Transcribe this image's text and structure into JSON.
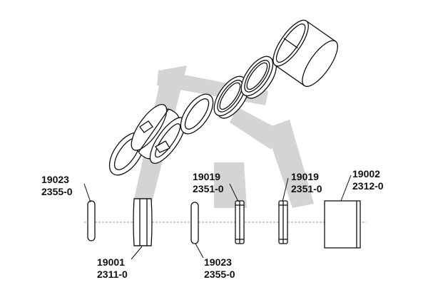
{
  "watermark": {
    "kind": "logo",
    "color": "#cfcfcf"
  },
  "colors": {
    "line": "#111111",
    "fill": "#ffffff",
    "watermark": "#d0d0d0",
    "centerline": "#9a9a9a"
  },
  "callouts": [
    {
      "part": "19023",
      "code": "2355-0"
    },
    {
      "part": "19001",
      "code": "2311-0"
    },
    {
      "part": "19023",
      "code": "2355-0"
    },
    {
      "part": "19019",
      "code": "2351-0"
    },
    {
      "part": "19019",
      "code": "2351-0"
    },
    {
      "part": "19002",
      "code": "2312-0"
    }
  ]
}
